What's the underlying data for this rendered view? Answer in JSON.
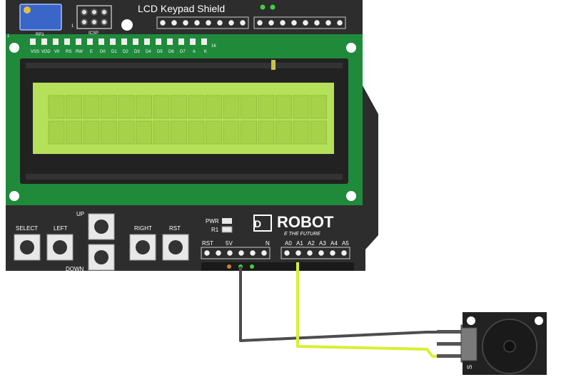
{
  "shield": {
    "title": "LCD Keypad Shield",
    "pot_label": "RP1",
    "icsp_label": "ICSP",
    "pin1_left": "1",
    "pin1_icsp": "1",
    "pin16": "16",
    "lcd_pins": [
      "VSS",
      "VDD",
      "V0",
      "RS",
      "RW",
      "E",
      "D0",
      "D1",
      "D2",
      "D3",
      "D4",
      "D5",
      "D6",
      "D7",
      "A",
      "K"
    ],
    "buttons": {
      "select": "SELECT",
      "left": "LEFT",
      "up": "UP",
      "down": "DOWN",
      "right": "RIGHT",
      "rst": "RST"
    },
    "power_led": "PWR",
    "resistor": "R1",
    "power_header": {
      "rst": "RST",
      "v5": "5V",
      "vin": "N"
    },
    "analog_header": [
      "A0",
      "A1",
      "A2",
      "A3",
      "A4",
      "A5"
    ],
    "brand": "ROBOT",
    "brand_prefix": "D",
    "brand_tagline": "E THE FUTURE"
  },
  "module": {
    "pin_minus": "-",
    "pin_plus": "+",
    "pin_signal": "S"
  },
  "colors": {
    "board": "#2d2d2d",
    "pcb_green": "#1f8a3a",
    "lcd_screen": "#b5e05a",
    "lcd_frame": "#222222",
    "wire_gnd": "#4d4d4d",
    "wire_signal": "#d8f030",
    "led_green": "#3fd03f"
  }
}
